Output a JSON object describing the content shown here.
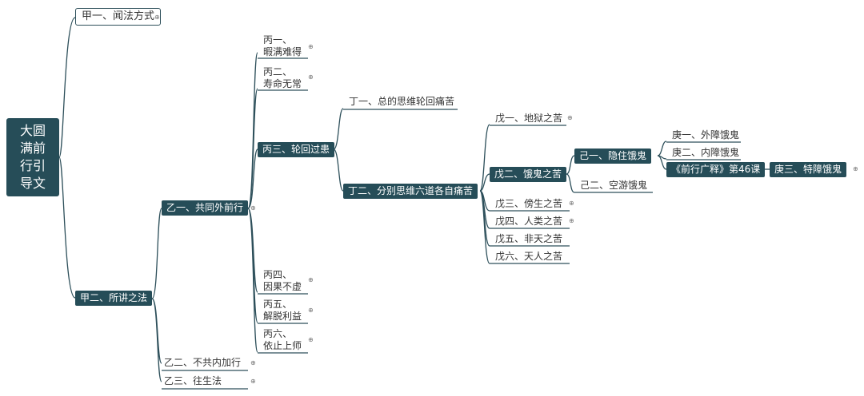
{
  "root": "大圆满前行引导文",
  "nodes": {
    "jia1": "甲一、闻法方式",
    "jia2": "甲二、所讲之法",
    "yi1": "乙一、共同外前行",
    "yi2": "乙二、不共内加行",
    "yi3": "乙三、往生法",
    "bing1_a": "丙一、",
    "bing1_b": "暇满难得",
    "bing2_a": "丙二、",
    "bing2_b": "寿命无常",
    "bing3": "丙三、轮回过患",
    "bing4_a": "丙四、",
    "bing4_b": "因果不虚",
    "bing5_a": "丙五、",
    "bing5_b": "解脱利益",
    "bing6_a": "丙六、",
    "bing6_b": "依止上师",
    "ding1": "丁一、总的思维轮回痛苦",
    "ding2": "丁二、分别思维六道各自痛苦",
    "wu1": "戊一、地狱之苦",
    "wu2": "戊二、饿鬼之苦",
    "wu3": "戊三、傍生之苦",
    "wu4": "戊四、人类之苦",
    "wu5": "戊五、非天之苦",
    "wu6": "戊六、天人之苦",
    "ji1": "己一、隐住饿鬼",
    "ji2": "己二、空游饿鬼",
    "geng1": "庚一、外障饿鬼",
    "geng2": "庚二、内障饿鬼",
    "lesson": "《前行广释》第46课",
    "geng3": "庚三、特障饿鬼"
  },
  "icons": {
    "expand": "⊕"
  },
  "colors": {
    "node_dark": "#264d58",
    "line": "#2d4f5a"
  }
}
